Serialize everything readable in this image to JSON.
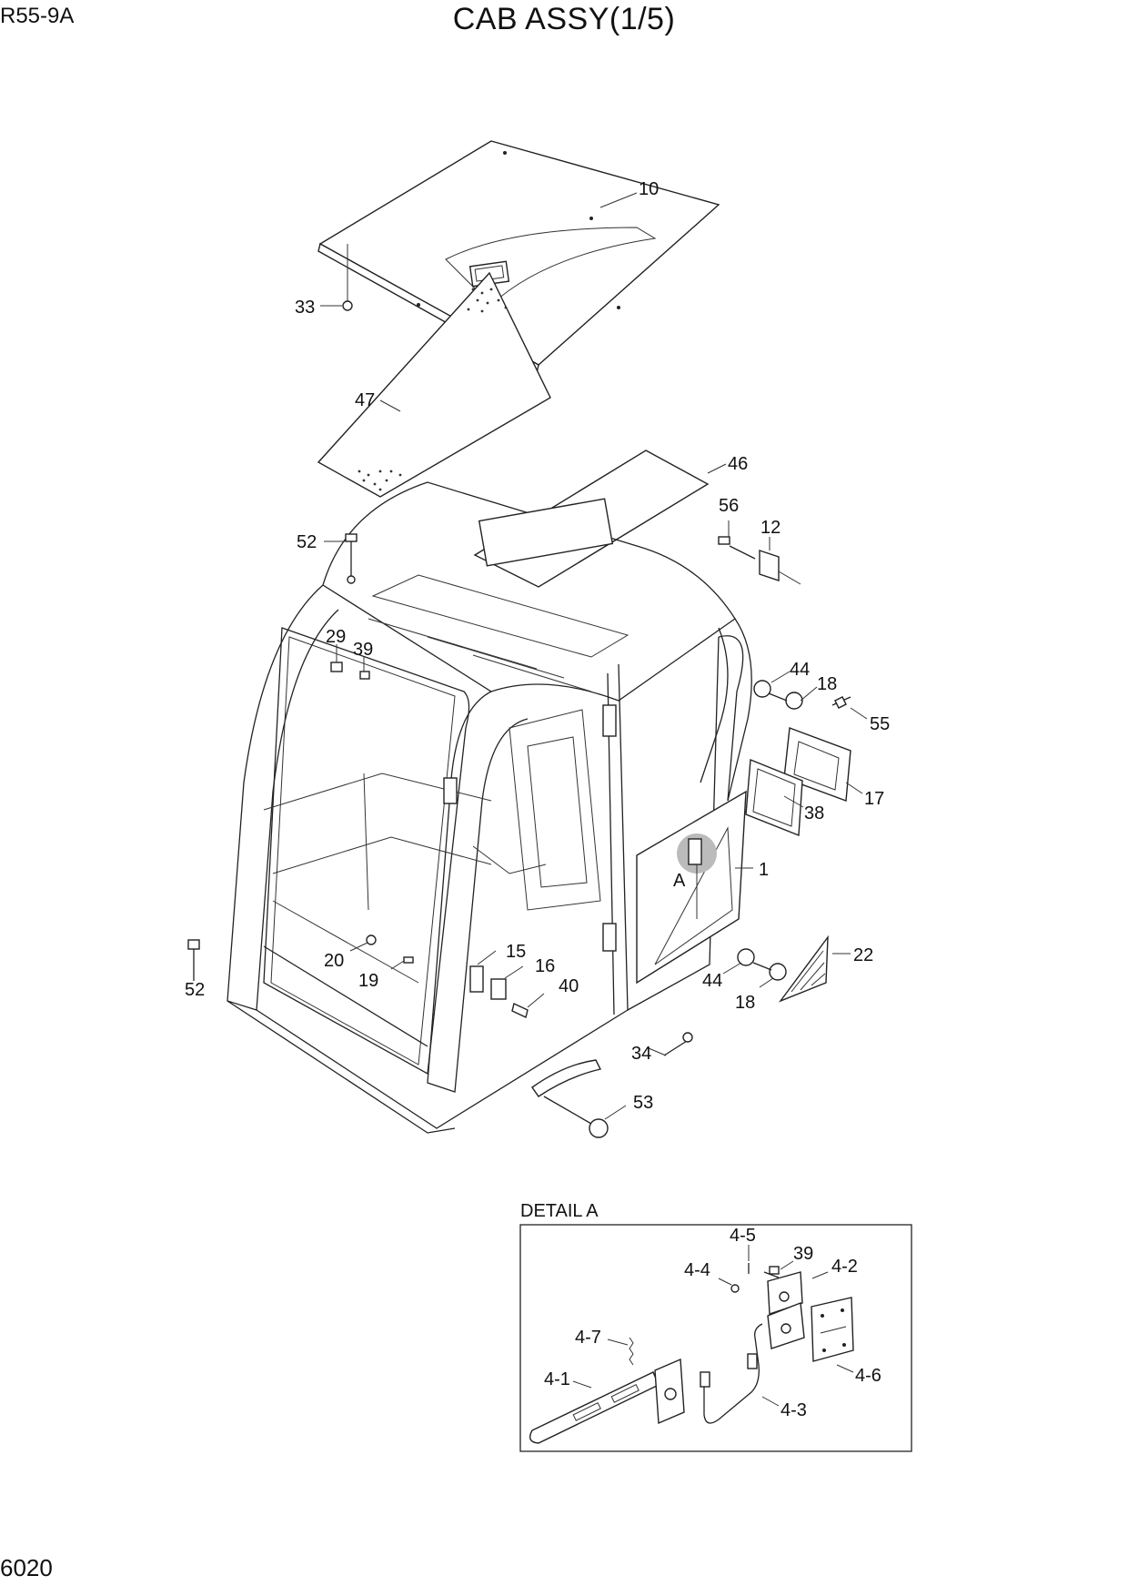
{
  "header": {
    "model": "R55-9A",
    "title": "CAB ASSY(1/5)"
  },
  "footer": {
    "page_number": "6020"
  },
  "detail": {
    "title": "DETAIL A",
    "marker": "A"
  },
  "callouts": [
    {
      "id": "c10",
      "label": "10"
    },
    {
      "id": "c33",
      "label": "33"
    },
    {
      "id": "c47",
      "label": "47"
    },
    {
      "id": "c46",
      "label": "46"
    },
    {
      "id": "c56",
      "label": "56"
    },
    {
      "id": "c12",
      "label": "12"
    },
    {
      "id": "c52a",
      "label": "52"
    },
    {
      "id": "c29",
      "label": "29"
    },
    {
      "id": "c39",
      "label": "39"
    },
    {
      "id": "c44a",
      "label": "44"
    },
    {
      "id": "c18a",
      "label": "18"
    },
    {
      "id": "c55",
      "label": "55"
    },
    {
      "id": "c17",
      "label": "17"
    },
    {
      "id": "c38",
      "label": "38"
    },
    {
      "id": "c1",
      "label": "1"
    },
    {
      "id": "c22",
      "label": "22"
    },
    {
      "id": "c44b",
      "label": "44"
    },
    {
      "id": "c18b",
      "label": "18"
    },
    {
      "id": "c20",
      "label": "20"
    },
    {
      "id": "c52b",
      "label": "52"
    },
    {
      "id": "c19",
      "label": "19"
    },
    {
      "id": "c15",
      "label": "15"
    },
    {
      "id": "c16",
      "label": "16"
    },
    {
      "id": "c40",
      "label": "40"
    },
    {
      "id": "c34",
      "label": "34"
    },
    {
      "id": "c53",
      "label": "53"
    },
    {
      "id": "d45",
      "label": "4-5"
    },
    {
      "id": "d39",
      "label": "39"
    },
    {
      "id": "d42",
      "label": "4-2"
    },
    {
      "id": "d44",
      "label": "4-4"
    },
    {
      "id": "d47",
      "label": "4-7"
    },
    {
      "id": "d41",
      "label": "4-1"
    },
    {
      "id": "d46",
      "label": "4-6"
    },
    {
      "id": "d43",
      "label": "4-3"
    }
  ]
}
